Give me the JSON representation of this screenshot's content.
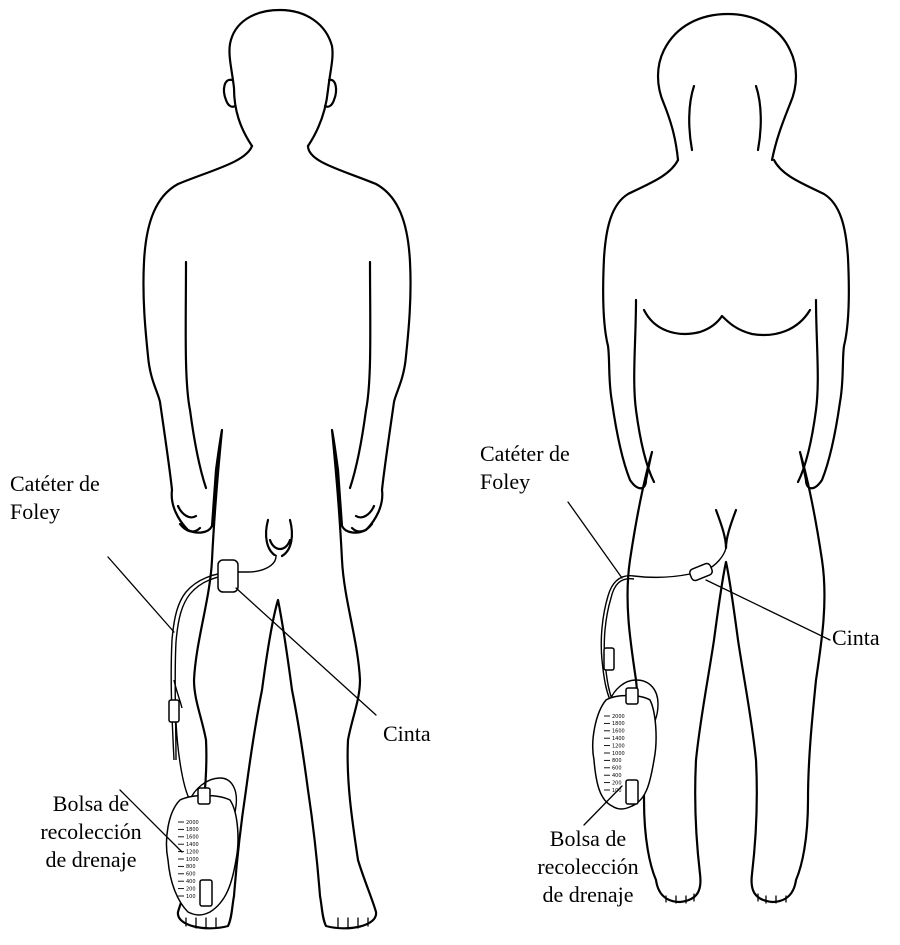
{
  "labels": {
    "male": {
      "catheter": [
        "Catéter de",
        "Foley"
      ],
      "tape": "Cinta",
      "bag": [
        "Bolsa de",
        "recolección",
        "de drenaje"
      ]
    },
    "female": {
      "catheter": [
        "Catéter de",
        "Foley"
      ],
      "tape": "Cinta",
      "bag": [
        "Bolsa de",
        "recolección",
        "de drenaje"
      ]
    }
  },
  "bag_scale": {
    "male": [
      "2000",
      "1800",
      "1600",
      "1400",
      "1200",
      "1000",
      "800",
      "600",
      "400",
      "200",
      "100"
    ],
    "female": [
      "2000",
      "1800",
      "1600",
      "1400",
      "1200",
      "1000",
      "800",
      "600",
      "400",
      "200",
      "100"
    ]
  }
}
